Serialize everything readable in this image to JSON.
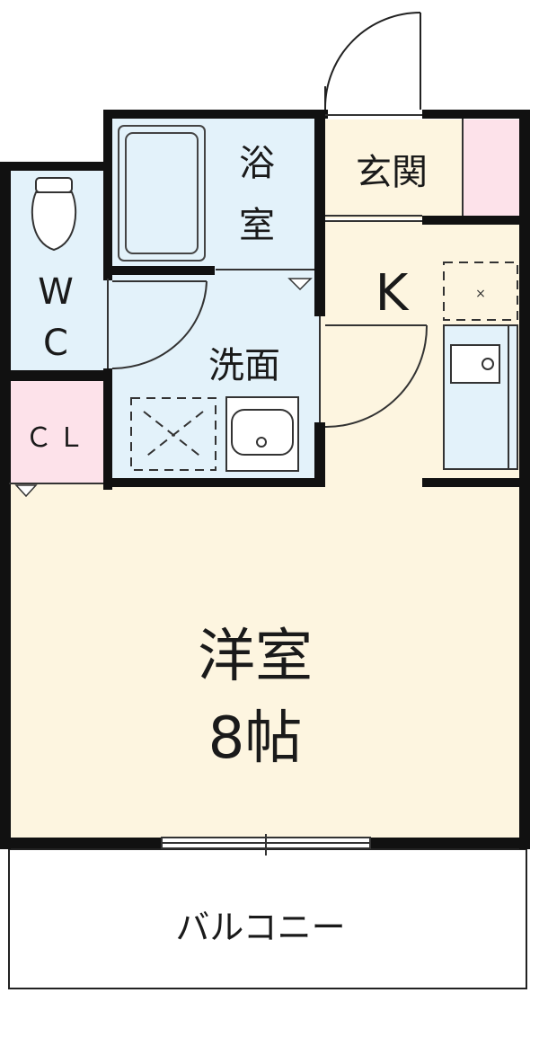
{
  "rooms": {
    "bath": {
      "line1": "浴",
      "line2": "室"
    },
    "entrance": {
      "label": "玄関"
    },
    "wc": {
      "line1": "W",
      "line2": "C"
    },
    "washroom": {
      "label": "洗面"
    },
    "kitchen": {
      "label": "K"
    },
    "closet": {
      "label": "ＣＬ"
    },
    "western_room": {
      "name": "洋室",
      "size": "8帖"
    },
    "balcony": {
      "label": "バルコニー"
    }
  },
  "colors": {
    "wall": "#111111",
    "wet_area": "#e3f2fa",
    "living": "#fdf5e0",
    "closet": "#fde2ea",
    "balcony": "#ffffff"
  }
}
